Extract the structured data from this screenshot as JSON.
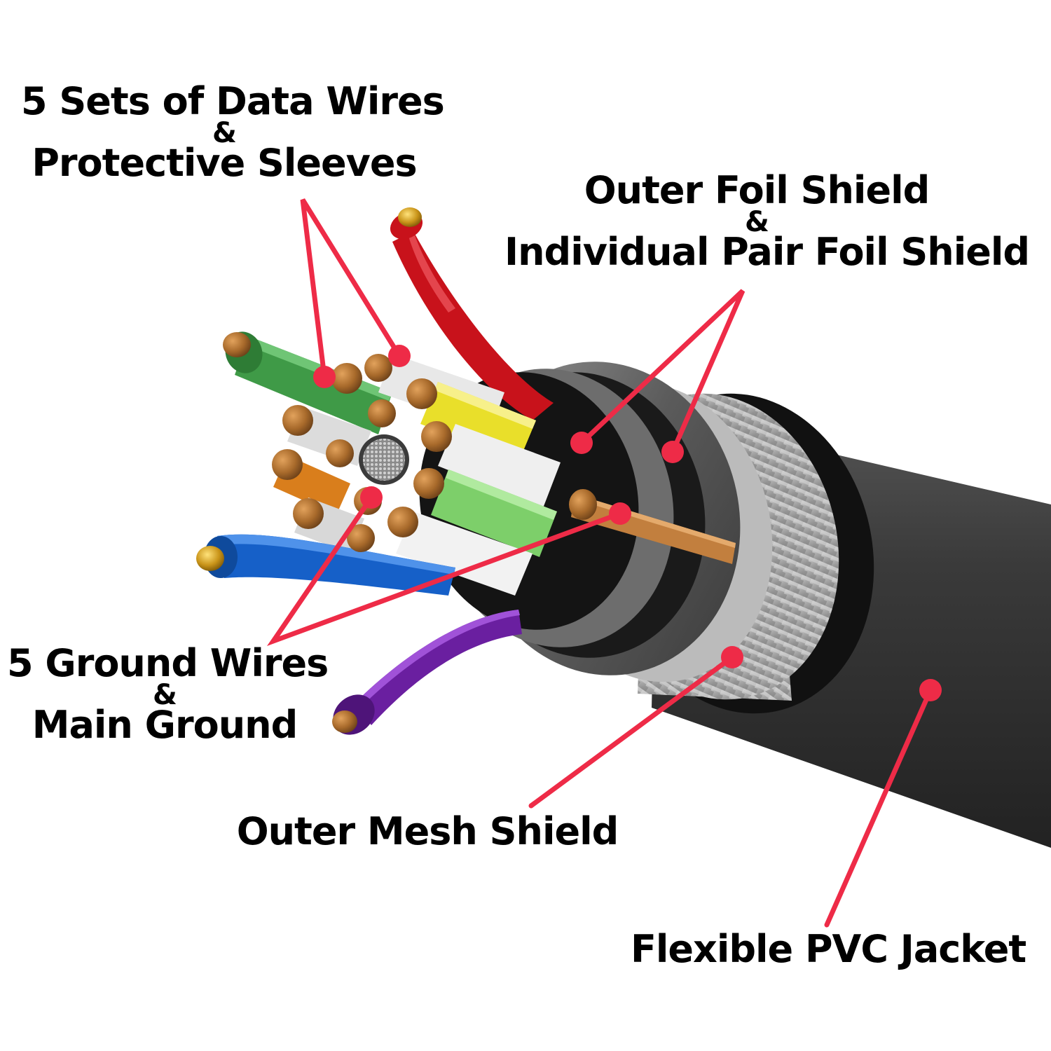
{
  "labels": {
    "data_wires": {
      "line1": "5 Sets of Data Wires",
      "amp": "&",
      "line2": "Protective Sleeves"
    },
    "foil_shield": {
      "line1": "Outer Foil Shield",
      "amp": "&",
      "line2": "Individual Pair Foil Shield"
    },
    "ground_wires": {
      "line1": "5 Ground Wires",
      "amp": "&",
      "line2": "Main Ground"
    },
    "mesh_shield": {
      "line1": "Outer Mesh Shield"
    },
    "pvc_jacket": {
      "line1": "Flexible PVC Jacket"
    }
  },
  "colors": {
    "callout": "#ee2b47",
    "jacket": "#3b3b3b",
    "mesh": "#b8b8b8",
    "copper": "#b5732e",
    "wire_green": "#3f9a47",
    "wire_red": "#c8121b",
    "wire_yellow": "#e9df2a",
    "wire_blue": "#1660c8",
    "wire_purple": "#6a1fa0",
    "wire_orange": "#d97e1c",
    "wire_light_green": "#7dcf6a",
    "wire_white": "#eeeeee"
  }
}
